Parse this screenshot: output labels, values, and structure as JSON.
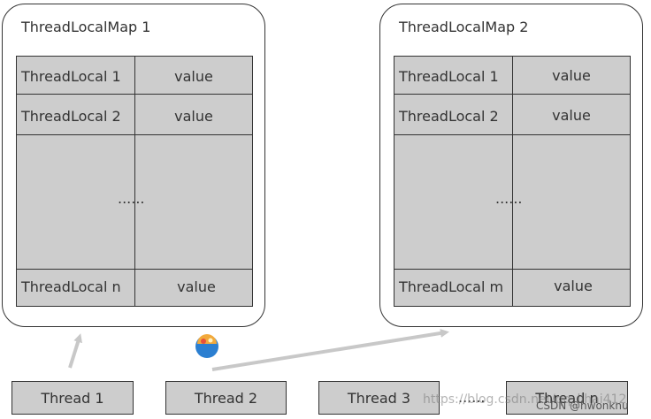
{
  "maps": [
    {
      "title": "ThreadLocalMap 1",
      "rows": [
        {
          "key": "ThreadLocal 1",
          "value": "value"
        },
        {
          "key": "ThreadLocal 2",
          "value": "value"
        },
        {
          "key": "",
          "value": "......"
        },
        {
          "key": "ThreadLocal n",
          "value": "value"
        }
      ]
    },
    {
      "title": "ThreadLocalMap 2",
      "rows": [
        {
          "key": "ThreadLocal 1",
          "value": "value"
        },
        {
          "key": "ThreadLocal 2",
          "value": "value"
        },
        {
          "key": "",
          "value": "......"
        },
        {
          "key": "ThreadLocal m",
          "value": "value"
        }
      ]
    }
  ],
  "threads": [
    {
      "label": "Thread 1"
    },
    {
      "label": "Thread 2"
    },
    {
      "label": "Thread 3"
    },
    {
      "label": "Thread n"
    }
  ],
  "threads_ellipsis": "......",
  "watermark": "https://blog.csdn.net/qq_lihai412",
  "credit": "CSDN @hwonknu",
  "colors": {
    "cell_fill": "#cdcdcd",
    "stroke": "#333333",
    "arrow": "#c8c8c8"
  }
}
